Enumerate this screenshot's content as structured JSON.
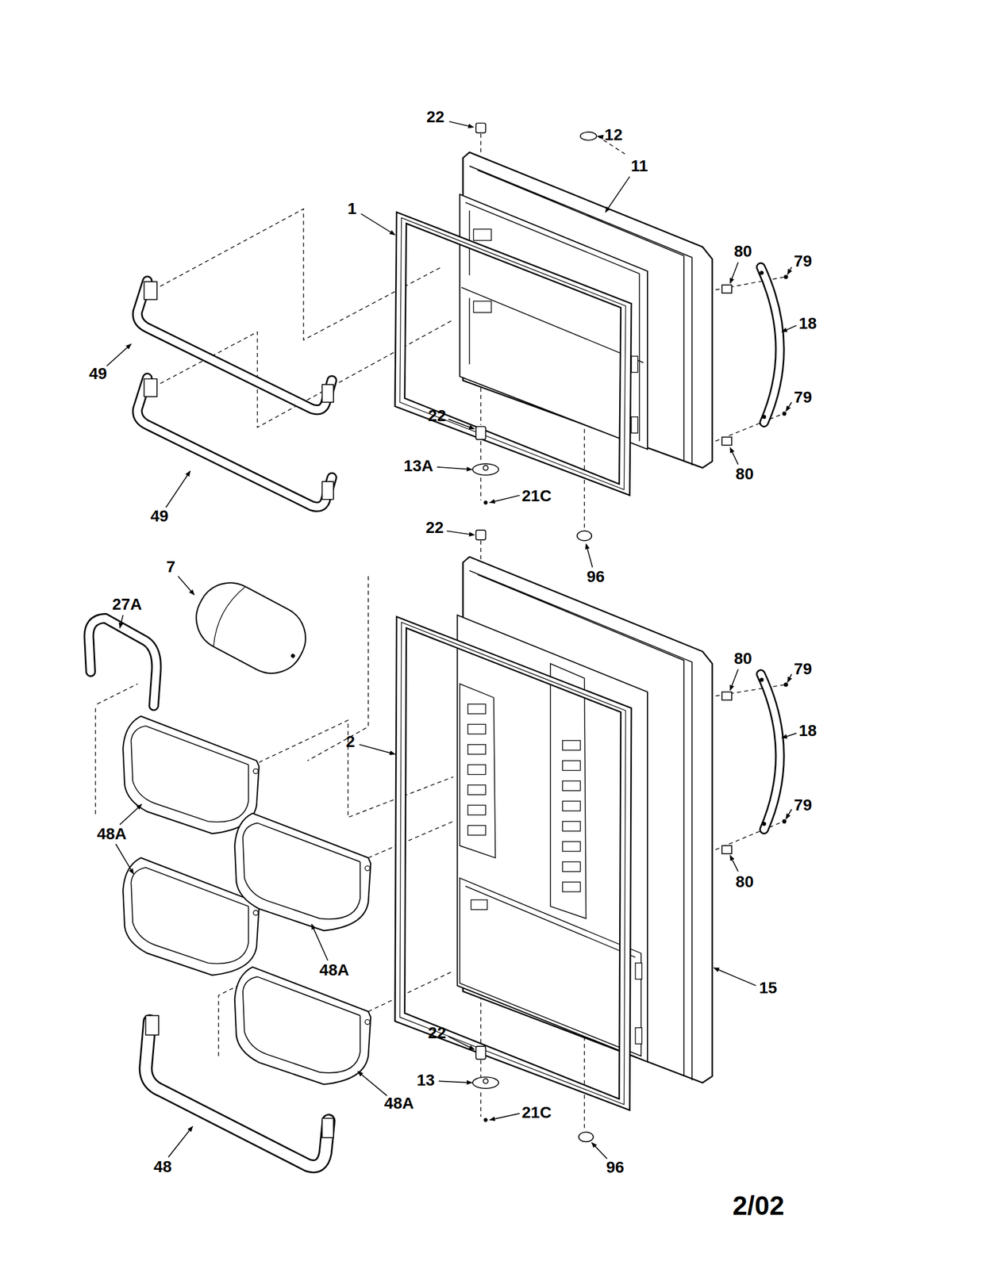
{
  "diagram": {
    "labels": [
      "22",
      "12",
      "11",
      "1",
      "80",
      "79",
      "18",
      "49",
      "79",
      "22",
      "13A",
      "80",
      "21C",
      "49",
      "22",
      "7",
      "96",
      "27A",
      "80",
      "79",
      "18",
      "2",
      "79",
      "48A",
      "80",
      "48A",
      "15",
      "22",
      "13",
      "21C",
      "48A",
      "48",
      "96",
      "2/02"
    ]
  }
}
